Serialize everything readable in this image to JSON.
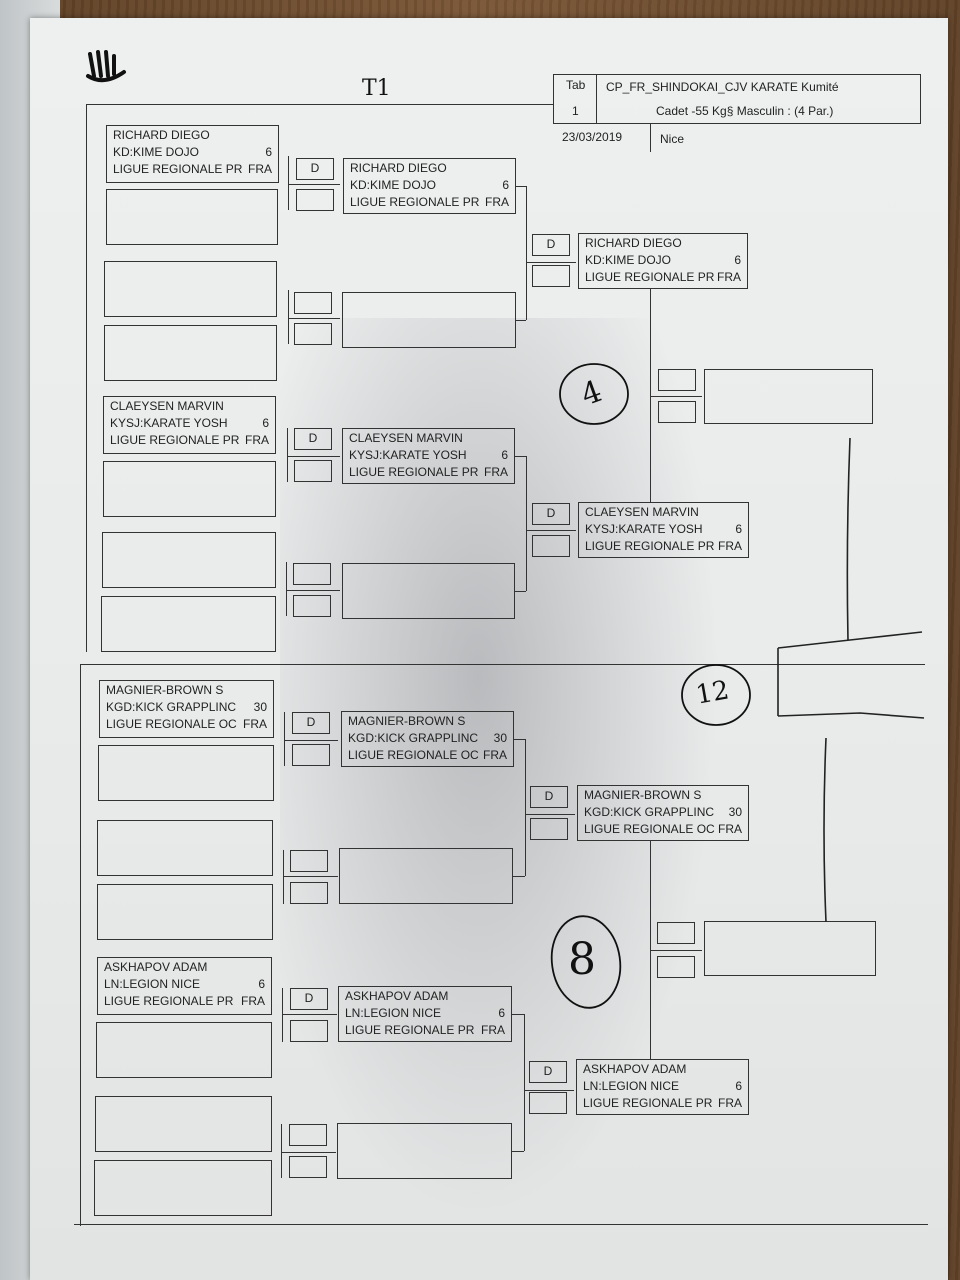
{
  "header": {
    "tab_label": "Tab",
    "tab_number": "1",
    "competition": "CP_FR_SHINDOKAI_CJV KARATE Kumité",
    "category": "Cadet -55 Kg§ Masculin : (4 Par.)",
    "date": "23/03/2019",
    "location": "Nice"
  },
  "handwriting": {
    "table_mark": "T1",
    "circle_top": "4",
    "circle_final": "12",
    "circle_bottom": "8"
  },
  "marker": "D",
  "fighters": {
    "richard": {
      "name": "RICHARD DIEGO",
      "club": "KD:KIME DOJO",
      "seed": "6",
      "league": "LIGUE REGIONALE PR",
      "country": "FRA"
    },
    "claeysen": {
      "name": "CLAEYSEN MARVIN",
      "club": "KYSJ:KARATE YOSH",
      "seed": "6",
      "league": "LIGUE REGIONALE PR",
      "country": "FRA"
    },
    "magnier": {
      "name": "MAGNIER-BROWN S",
      "club": "KGD:KICK GRAPPLINC",
      "seed": "30",
      "league": "LIGUE REGIONALE OC",
      "country": "FRA"
    },
    "askhapov": {
      "name": "ASKHAPOV ADAM",
      "club": "LN:LEGION NICE",
      "seed": "6",
      "league": "LIGUE REGIONALE PR",
      "country": "FRA"
    }
  }
}
